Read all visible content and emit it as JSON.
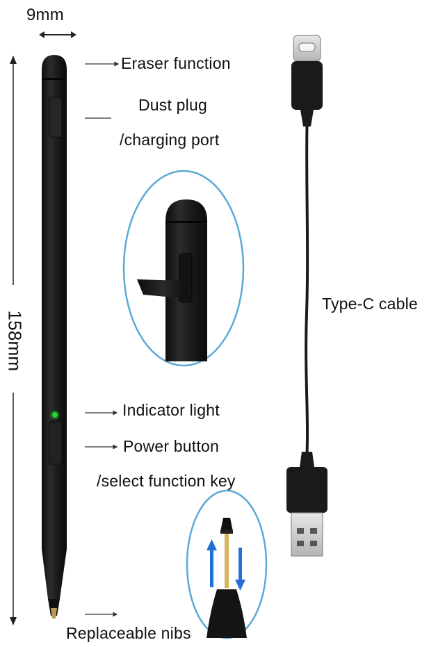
{
  "dimensions": {
    "width_label": "9mm",
    "length_label": "158mm"
  },
  "labels": {
    "eraser": "Eraser function",
    "dust_plug_line1": "Dust plug",
    "dust_plug_line2": "/charging port",
    "indicator": "Indicator light",
    "power_line1": "Power button",
    "power_line2": "/select function key",
    "nibs": "Replaceable nibs",
    "cable": "Type-C cable"
  },
  "colors": {
    "pen_body": "#1b1b1b",
    "indicator_led": "#22dd33",
    "callout_ring": "#5aa9d6",
    "arrow_up": "#1f6fd8",
    "arrow_down": "#2a6ed6"
  }
}
